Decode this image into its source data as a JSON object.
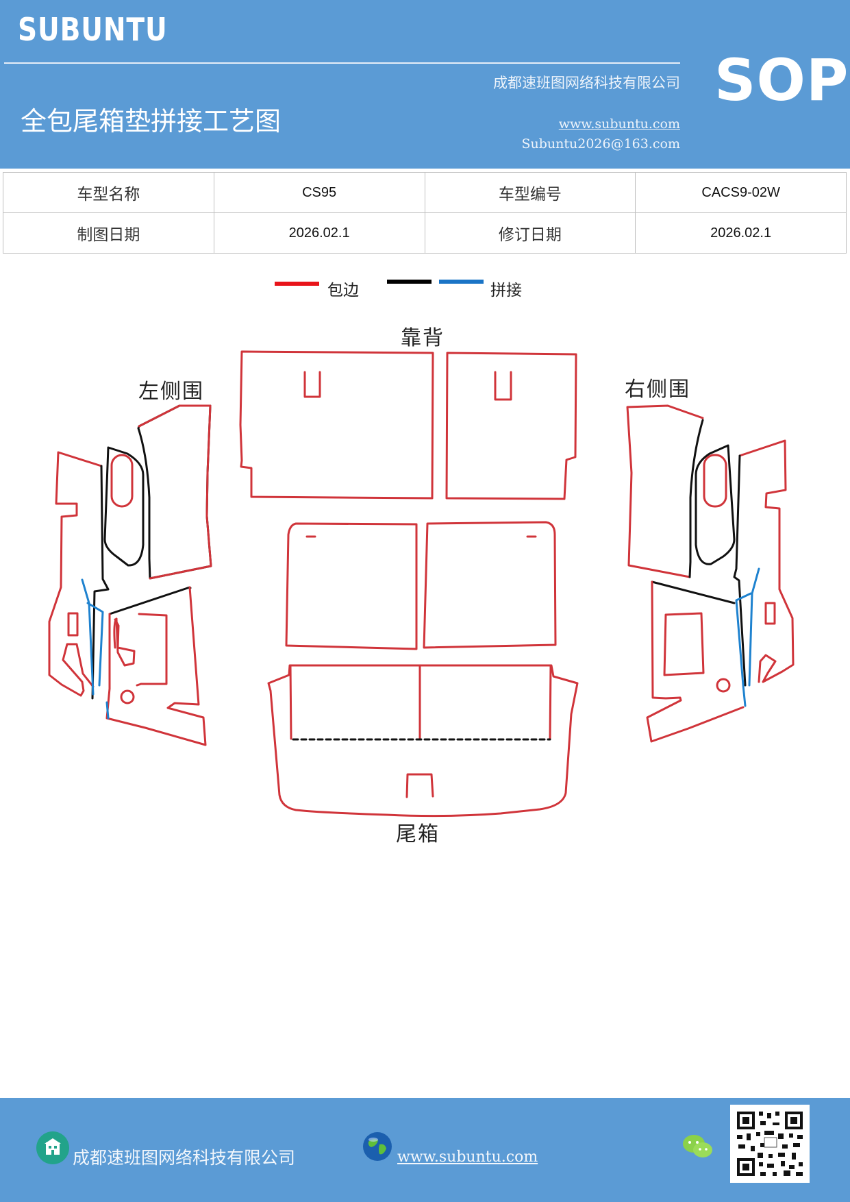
{
  "header": {
    "brand": "SUBUNTU",
    "badge": "SOP",
    "title": "全包尾箱垫拼接工艺图",
    "company": "成都速班图网络科技有限公司",
    "website": "www.subuntu.com",
    "email": "Subuntu2026@163.com"
  },
  "info_table": {
    "rows": [
      {
        "label1": "车型名称",
        "value1": "CS95",
        "label2": "车型编号",
        "value2": "CACS9-02W"
      },
      {
        "label1": "制图日期",
        "value1": "2026.02.1",
        "label2": "修订日期",
        "value2": "2026.02.1"
      }
    ]
  },
  "legend": {
    "items": [
      {
        "label": "包边",
        "color": "#e8141a"
      },
      {
        "label": "",
        "color": "#000000"
      },
      {
        "label": "拼接",
        "color": "#1a74c6"
      }
    ]
  },
  "diagram": {
    "labels": {
      "back": "靠背",
      "left": "左侧围",
      "right": "右侧围",
      "trunk": "尾箱"
    },
    "colors": {
      "edge": "#d0343a",
      "seam": "#111111",
      "join": "#1e82cf"
    }
  },
  "footer": {
    "company": "成都速班图网络科技有限公司",
    "website": "www.subuntu.com ",
    "icons": [
      "building-icon",
      "globe-icon",
      "wechat-icon",
      "qr-code"
    ]
  }
}
